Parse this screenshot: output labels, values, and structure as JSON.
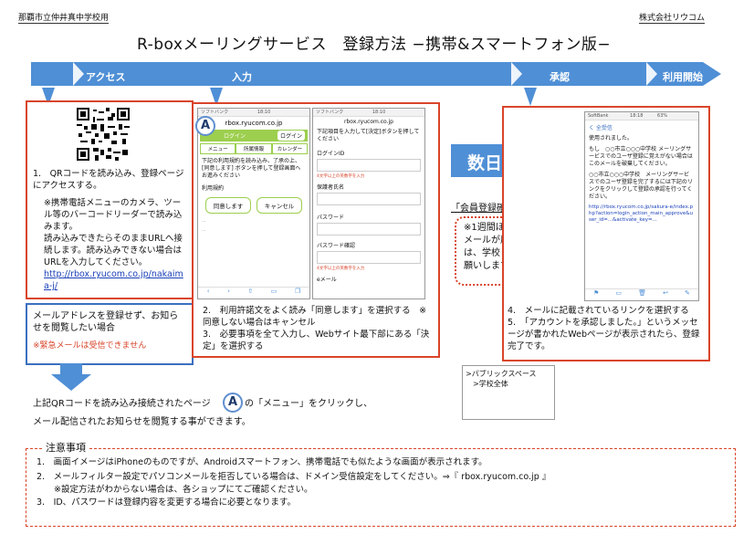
{
  "header": {
    "school": "那覇市立仲井真中学校用",
    "title": "R-boxメーリングサービス　登録方法 −携帯&スマートフォン版−",
    "company": "株式会社リウコム"
  },
  "colors": {
    "accent_blue": "#4f8fd6",
    "border_red": "#d9442a",
    "link_blue": "#1a3fb8",
    "note_red": "#d9442a"
  },
  "flow": {
    "stages": [
      "アクセス",
      "入力",
      "承認",
      "利用開始"
    ]
  },
  "access": {
    "step1": "1.　QRコードを読み込み、登録ページにアクセスする。",
    "note": "※携帯電話メニューのカメラ、ツール等のバーコードリーダーで読み込みます。",
    "note2": "読み込みできたらそのままURLへ接続します。読み込みできない場合はURLを入力してください。",
    "url": "http://rbox.ryucom.co.jp/nakaima-j/"
  },
  "browse_only": {
    "title": "メールアドレスを登録せず、お知らせを閲覧したい場合",
    "warning": "※緊急メールは受信できません"
  },
  "input": {
    "phone_left": {
      "status": "ソフトバンク",
      "time": "18:10",
      "url": "rbox.ryucom.co.jp",
      "tabs": [
        "ログイン",
        "ログイン"
      ],
      "menu": [
        "メニュー",
        "所属情報",
        "カレンダー"
      ],
      "body": "下記の利用規約を読み込み、了承の上、 [同意します] ボタンを押して登録画面へお進みください",
      "terms_title": "利用規約",
      "agree": "同意します",
      "cancel": "キャンセル",
      "small1": "…",
      "small2": "…"
    },
    "phone_right": {
      "status": "ソフトバンク",
      "time": "18:10",
      "url": "rbox.ryucom.co.jp",
      "body": "下記項目を入力して[決定]ボタンを押してください",
      "fields": [
        "ログインID",
        "保護者氏名",
        "パスワード",
        "パスワード確認",
        "eメール"
      ],
      "hint": "4文字以上の英数字を入力"
    },
    "step2": "2.　利用許諾文をよく読み「同意します」を選択する　※同意しない場合はキャンセル",
    "step3": "3.　必要事項を全て入力し、Webサイト最下部にある「決定」を選択する"
  },
  "approval": {
    "days_label": "数日後",
    "mail_title": "「会員登録確認」メールが届く",
    "mail_note": "※1週間ほど待っても確認メールが届かない場合は、学校までご連絡をお願いします。",
    "phone": {
      "status": "SoftBank",
      "time": "18:18",
      "battery": "63%",
      "back": "く 全受信",
      "body1": "使用されました。",
      "body2": "もし　○○市立○○○中学校 メーリングサービスでのユーザ登録に覚えがない場合はこのメールを破棄してください。",
      "body3": "○○市立○○○中学校　メーリングサービスでのユーザ登録を完了するには下記のリンクをクリックして登録の承認を行ってください。",
      "link": "http://rbox.ryucom.co.jp/sakura-e/index.php?action=login_action_main_approve&user_id=...&activate_key=..."
    },
    "step4": "4.　メールに記載されているリンクを選択する",
    "step5": "5.　「アカウントを承認しました。」というメッセージが書かれたWebページが表示されたら、登録完了です。"
  },
  "public_space": {
    "line1": ">パブリックスペース",
    "line2": "　>学校全体"
  },
  "qr_menu": {
    "text_before": "上記QRコードを読み込み接続されたページ",
    "circle": "A",
    "text_after": "の「メニュー」をクリックし、",
    "line2": "メール配信されたお知らせを閲覧する事ができます。"
  },
  "notes": {
    "title": "注意事項",
    "items": [
      "1.　画面イメージはiPhoneのものですが、Androidスマートフォン、携帯電話でも似たような画面が表示されます。",
      "2.　メールフィルター設定でパソコンメールを拒否している場合は、ドメイン受信設定をしてください。⇒『 rbox.ryucom.co.jp 』",
      "　　※設定方法がわからない場合は、各ショップにてご確認ください。",
      "3.　ID、パスワードは登録内容を変更する場合に必要となります。"
    ]
  }
}
